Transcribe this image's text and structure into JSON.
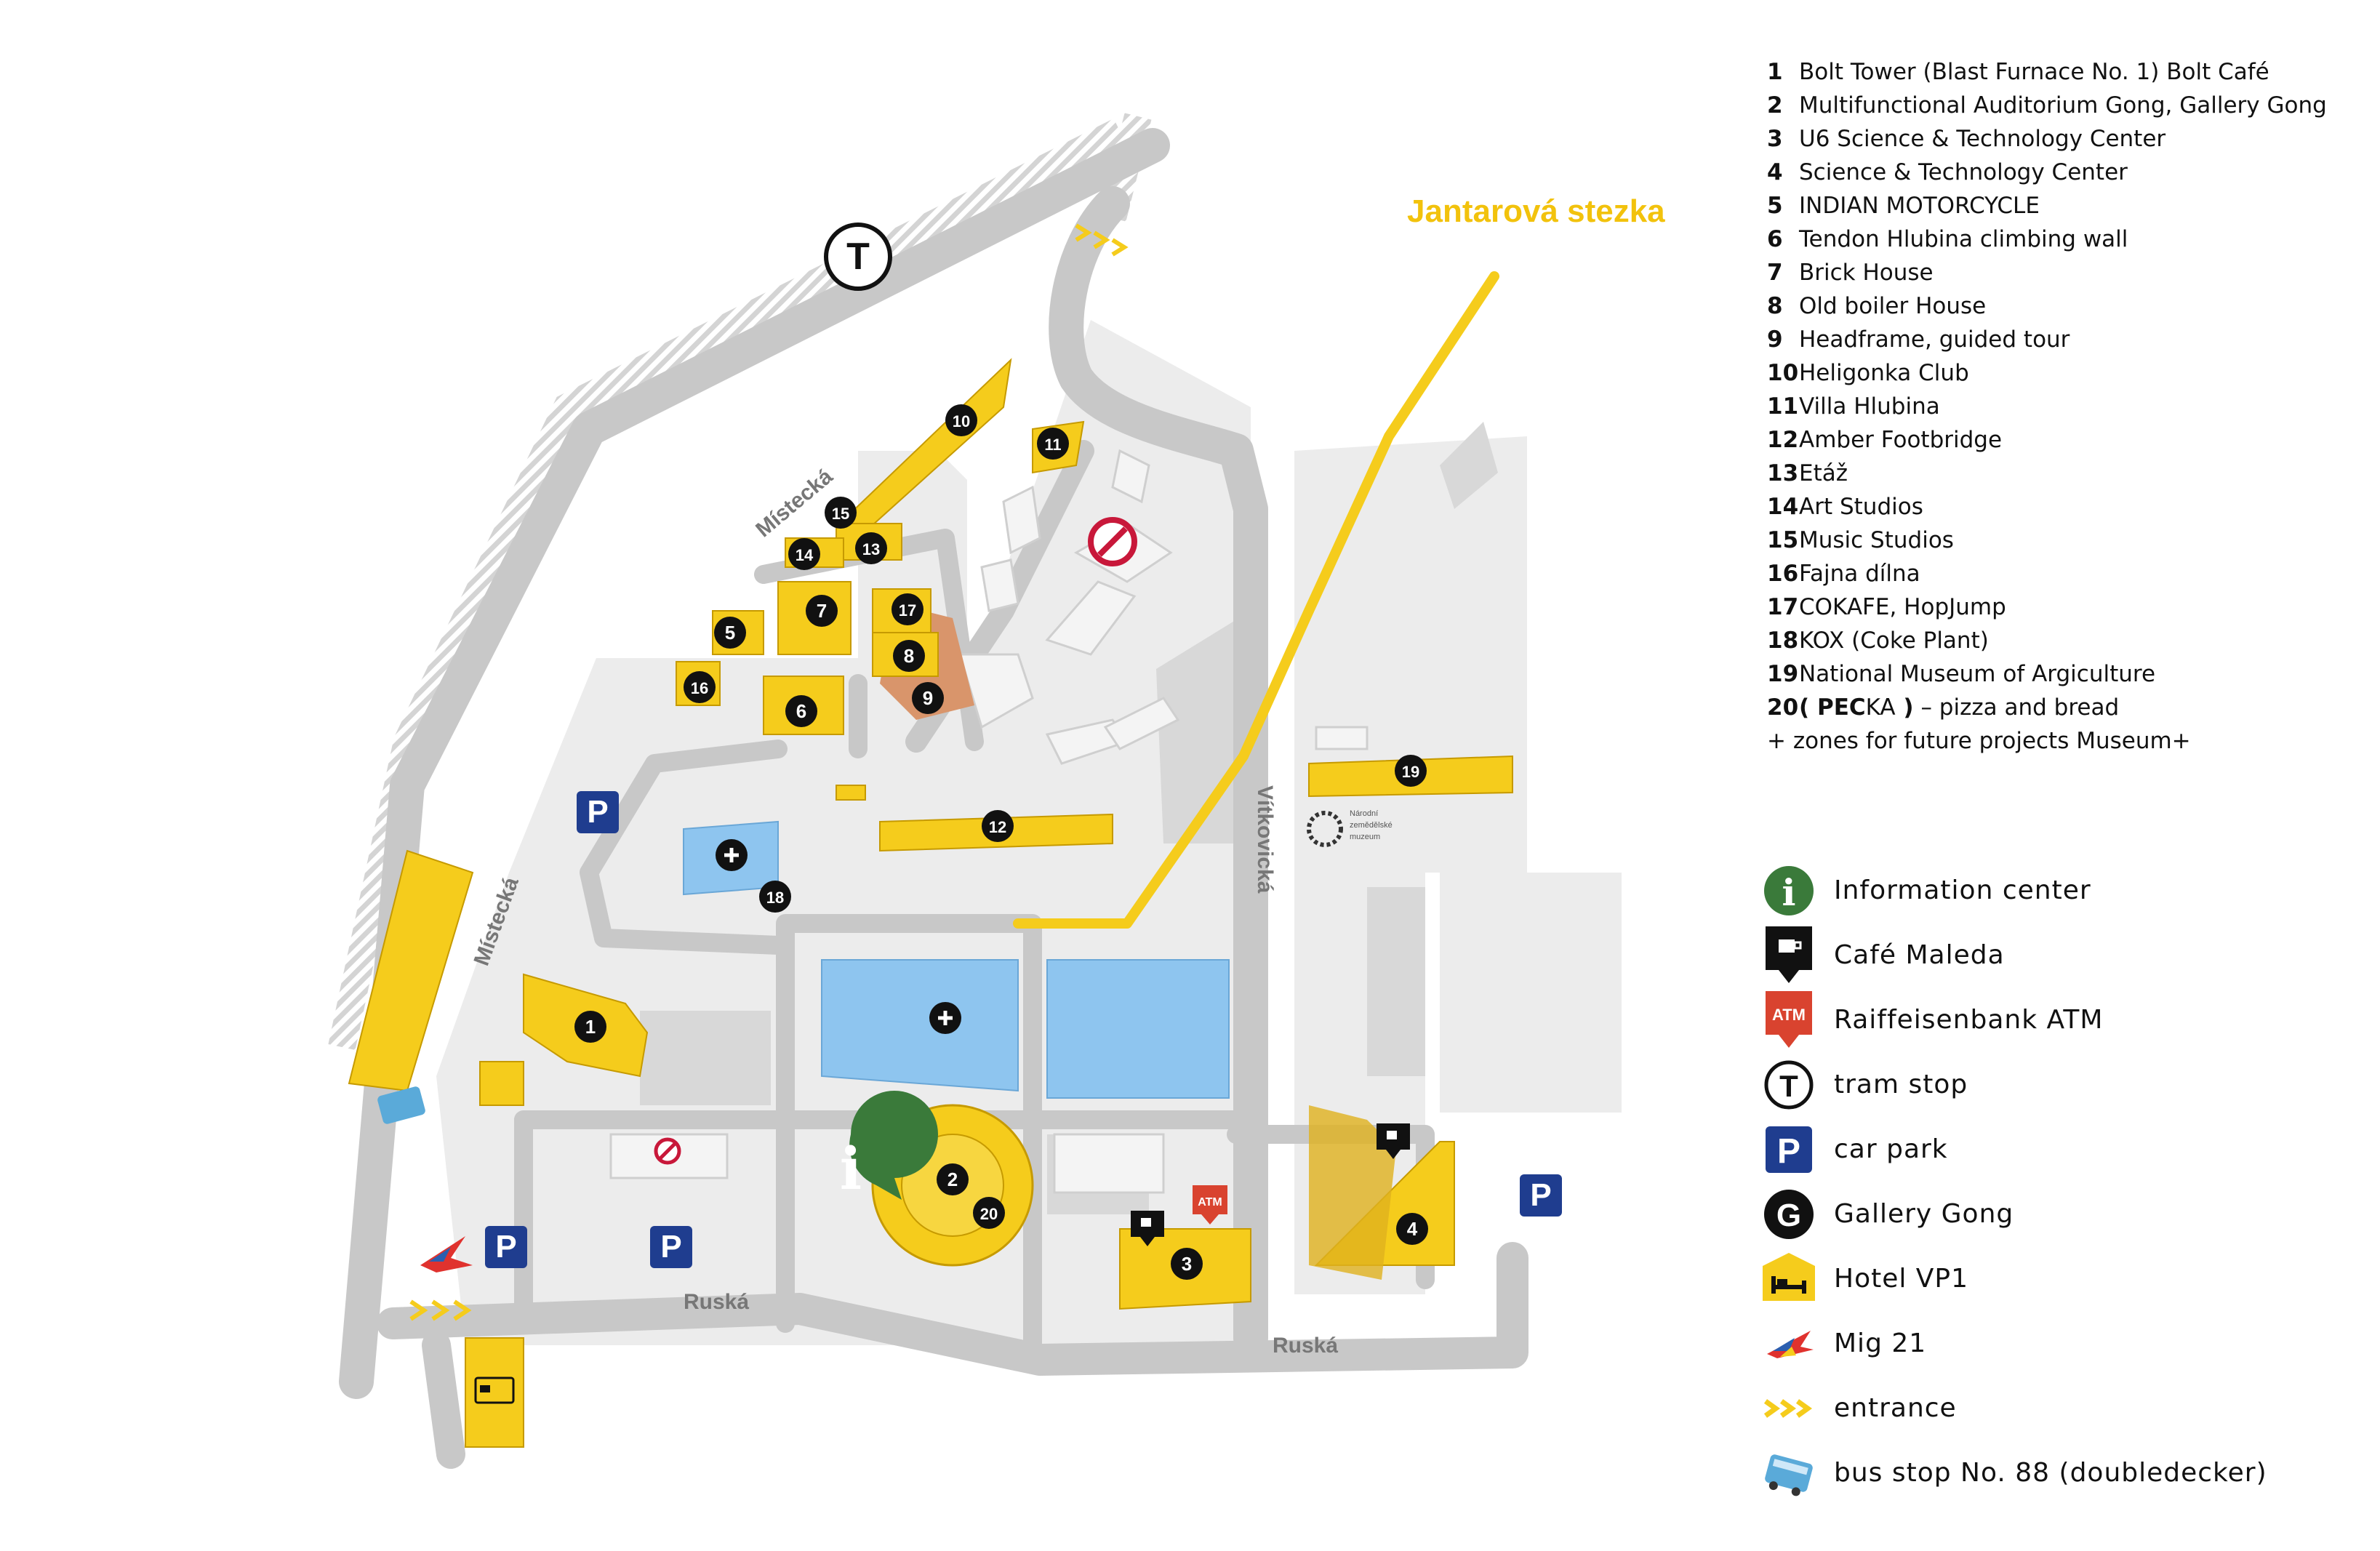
{
  "map": {
    "trail_label": "Jantarová stezka",
    "streets": {
      "mistecka_upper": "Místecká",
      "mistecka_lower": "Místecká",
      "vitkovicka": "Vítkovická",
      "ruska_left": "Ruská",
      "ruska_right": "Ruská"
    },
    "tram_symbol": "T",
    "parking_symbol": "P",
    "atm_text": "ATM",
    "info_symbol": "i",
    "museum_logo_text": [
      "Národní",
      "zemědělské",
      "muzeum"
    ],
    "markers": [
      "1",
      "2",
      "3",
      "4",
      "5",
      "6",
      "7",
      "8",
      "9",
      "10",
      "11",
      "12",
      "13",
      "14",
      "15",
      "16",
      "17",
      "18",
      "19",
      "20"
    ],
    "colors": {
      "road": "#c8c8c8",
      "area": "#ececec",
      "building_yellow": "#f5cc1c",
      "building_blue": "#8ec5ef",
      "brick": "#d9956b",
      "trail": "#f5cc1c",
      "info_green": "#3a7a3a",
      "atm_red": "#d9432f",
      "parking_blue": "#1f3d8f"
    }
  },
  "locations": [
    {
      "num": "1",
      "name": "Bolt Tower (Blast Furnace No. 1) Bolt Café"
    },
    {
      "num": "2",
      "name": "Multifunctional Auditorium Gong, Gallery Gong"
    },
    {
      "num": "3",
      "name": "U6 Science & Technology Center"
    },
    {
      "num": "4",
      "name": "Science & Technology Center"
    },
    {
      "num": "5",
      "name": "INDIAN MOTORCYCLE"
    },
    {
      "num": "6",
      "name": "Tendon Hlubina climbing wall"
    },
    {
      "num": "7",
      "name": "Brick House"
    },
    {
      "num": "8",
      "name": "Old boiler House"
    },
    {
      "num": "9",
      "name": "Headframe, guided tour"
    },
    {
      "num": "10",
      "name": "Heligonka Club"
    },
    {
      "num": "11",
      "name": "Villa Hlubina"
    },
    {
      "num": "12",
      "name": "Amber Footbridge"
    },
    {
      "num": "13",
      "name": "Etáž"
    },
    {
      "num": "14",
      "name": "Art Studios"
    },
    {
      "num": "15",
      "name": "Music Studios"
    },
    {
      "num": "16",
      "name": "Fajna dílna"
    },
    {
      "num": "17",
      "name": "COKAFE, HopJump"
    },
    {
      "num": "18",
      "name": "KOX (Coke Plant)"
    },
    {
      "num": "19",
      "name": "National Museum of Argiculture"
    }
  ],
  "pecka": {
    "num": "20",
    "open": "( ",
    "bold": "PEC",
    "rest": "KA",
    "close": " )",
    "suffix": " – pizza and bread"
  },
  "extra_line": "+ zones for future projects Museum+",
  "legend": [
    {
      "icon": "info-icon",
      "label": "Information center"
    },
    {
      "icon": "cafe-icon",
      "label": "Café Maleda"
    },
    {
      "icon": "atm-icon",
      "label": "Raiffeisenbank ATM"
    },
    {
      "icon": "tram-icon",
      "label": "tram stop"
    },
    {
      "icon": "parking-icon",
      "label": "car park"
    },
    {
      "icon": "gallery-gong-icon",
      "label": "Gallery Gong"
    },
    {
      "icon": "hotel-icon",
      "label": "Hotel VP1"
    },
    {
      "icon": "mig21-icon",
      "label": "Mig 21"
    },
    {
      "icon": "entrance-icon",
      "label": "entrance"
    },
    {
      "icon": "bus-icon",
      "label": "bus stop No. 88 (doubledecker)"
    }
  ],
  "legend_symbols": {
    "info": "i",
    "atm": "ATM",
    "tram": "T",
    "parking": "P",
    "gong": "G"
  }
}
